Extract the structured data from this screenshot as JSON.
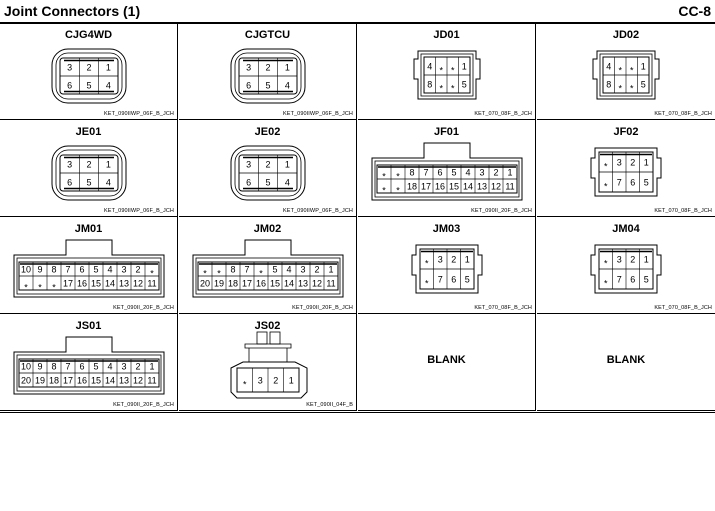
{
  "header": {
    "title": "Joint Connectors (1)",
    "code": "CC-8"
  },
  "cells": [
    {
      "name": "CJG4WD",
      "type": "KET_090IIWP_06F_B_JCH",
      "kind": "wp6",
      "rows": [
        [
          "3",
          "2",
          "1"
        ],
        [
          "6",
          "5",
          "4"
        ]
      ]
    },
    {
      "name": "CJGTCU",
      "type": "KET_090IIWP_06F_B_JCH",
      "kind": "wp6",
      "rows": [
        [
          "3",
          "2",
          "1"
        ],
        [
          "6",
          "5",
          "4"
        ]
      ]
    },
    {
      "name": "JD01",
      "type": "KET_070_08F_B_JCH",
      "kind": "c8",
      "rows": [
        [
          "4",
          "*",
          "*",
          "1"
        ],
        [
          "8",
          "*",
          "*",
          "5"
        ]
      ]
    },
    {
      "name": "JD02",
      "type": "KET_070_08F_B_JCH",
      "kind": "c8",
      "rows": [
        [
          "4",
          "*",
          "*",
          "1"
        ],
        [
          "8",
          "*",
          "*",
          "5"
        ]
      ]
    },
    {
      "name": "JE01",
      "type": "KET_090IIWP_06F_B_JCH",
      "kind": "wp6",
      "rows": [
        [
          "3",
          "2",
          "1"
        ],
        [
          "6",
          "5",
          "4"
        ]
      ]
    },
    {
      "name": "JE02",
      "type": "KET_090IIWP_06F_B_JCH",
      "kind": "wp6",
      "rows": [
        [
          "3",
          "2",
          "1"
        ],
        [
          "6",
          "5",
          "4"
        ]
      ]
    },
    {
      "name": "JF01",
      "type": "KET_090II_20F_B_JCH",
      "kind": "c20",
      "rows": [
        [
          "*",
          "*",
          "8",
          "7",
          "6",
          "5",
          "4",
          "3",
          "2",
          "1"
        ],
        [
          "*",
          "*",
          "18",
          "17",
          "16",
          "15",
          "14",
          "13",
          "12",
          "11"
        ]
      ]
    },
    {
      "name": "JF02",
      "type": "KET_070_08F_B_JCH",
      "kind": "c8b",
      "rows": [
        [
          "*",
          "3",
          "2",
          "1"
        ],
        [
          "*",
          "7",
          "6",
          "5"
        ]
      ]
    },
    {
      "name": "JM01",
      "type": "KET_090II_20F_B_JCH",
      "kind": "c20",
      "rows": [
        [
          "10",
          "9",
          "8",
          "7",
          "6",
          "5",
          "4",
          "3",
          "2",
          "*"
        ],
        [
          "*",
          "*",
          "*",
          "17",
          "16",
          "15",
          "14",
          "13",
          "12",
          "11"
        ]
      ]
    },
    {
      "name": "JM02",
      "type": "KET_090II_20F_B_JCH",
      "kind": "c20",
      "rows": [
        [
          "*",
          "*",
          "8",
          "7",
          "*",
          "5",
          "4",
          "3",
          "2",
          "1"
        ],
        [
          "20",
          "19",
          "18",
          "17",
          "16",
          "15",
          "14",
          "13",
          "12",
          "11"
        ]
      ]
    },
    {
      "name": "JM03",
      "type": "KET_070_08F_B_JCH",
      "kind": "c8b",
      "rows": [
        [
          "*",
          "3",
          "2",
          "1"
        ],
        [
          "*",
          "7",
          "6",
          "5"
        ]
      ]
    },
    {
      "name": "JM04",
      "type": "KET_070_08F_B_JCH",
      "kind": "c8b",
      "rows": [
        [
          "*",
          "3",
          "2",
          "1"
        ],
        [
          "*",
          "7",
          "6",
          "5"
        ]
      ]
    },
    {
      "name": "JS01",
      "type": "KET_090II_20F_B_JCH",
      "kind": "c20",
      "rows": [
        [
          "10",
          "9",
          "8",
          "7",
          "6",
          "5",
          "4",
          "3",
          "2",
          "1"
        ],
        [
          "20",
          "19",
          "18",
          "17",
          "16",
          "15",
          "14",
          "13",
          "12",
          "11"
        ]
      ]
    },
    {
      "name": "JS02",
      "type": "KET_090II_04F_B",
      "kind": "c4",
      "rows": [
        [
          "*",
          "3",
          "2",
          "1"
        ]
      ]
    },
    {
      "name": "",
      "type": "",
      "kind": "blank",
      "blank": "BLANK"
    },
    {
      "name": "",
      "type": "",
      "kind": "blank",
      "blank": "BLANK"
    }
  ]
}
